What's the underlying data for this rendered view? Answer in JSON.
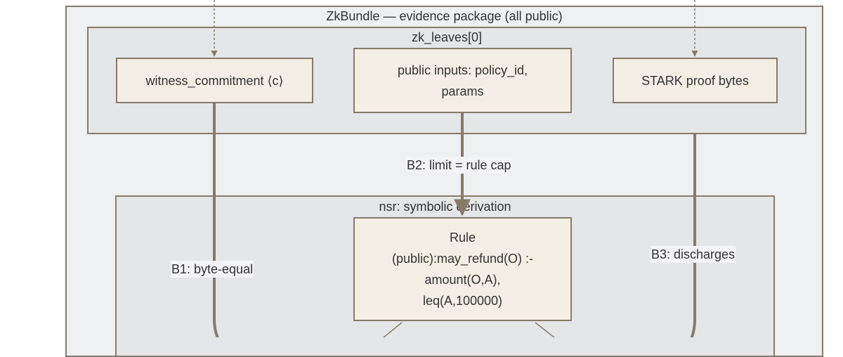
{
  "clusters": {
    "bundle_title": "ZkBundle — evidence package (all public)",
    "leaves_title": "zk_leaves[0]",
    "nsr_title": "nsr: symbolic derivation"
  },
  "nodes": {
    "witness_commitment": "witness_commitment ⟨c⟩",
    "public_inputs": [
      "public inputs: policy_id,",
      "params"
    ],
    "stark_proof": "STARK proof bytes",
    "rule": [
      "Rule",
      "(public):may_refund(O) :-",
      "amount(O,A),",
      "leq(A,100000)"
    ]
  },
  "edges": {
    "b1": "B1: byte-equal",
    "b2": "B2: limit = rule cap",
    "b3": "B3: discharges"
  },
  "colors": {
    "node_fill": "#f3efe4",
    "stroke": "#857b6b",
    "outer_cluster_fill": "#eef0f2",
    "inner_cluster_fill": "#e5e6e8"
  }
}
